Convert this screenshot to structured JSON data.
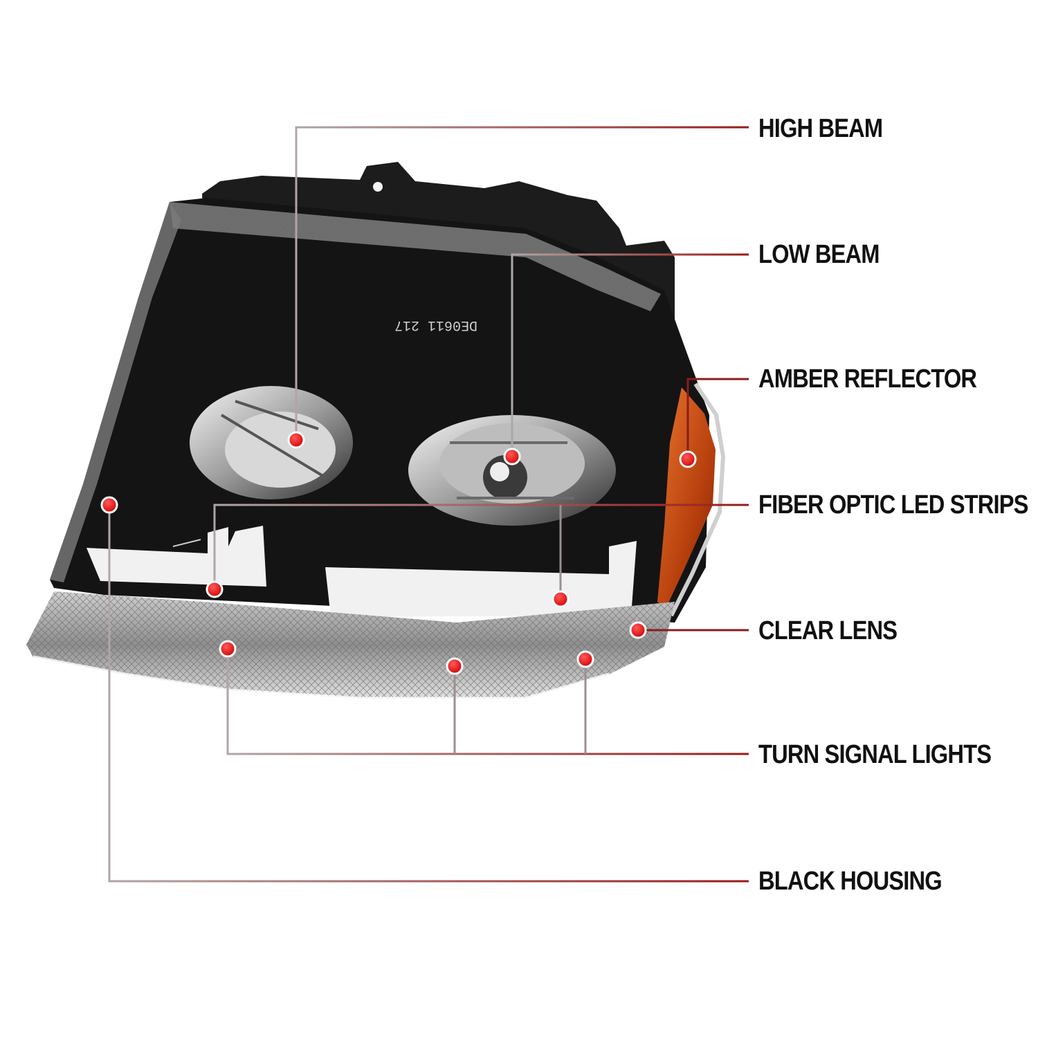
{
  "diagram": {
    "labels": {
      "high_beam": "HIGH BEAM",
      "low_beam": "LOW BEAM",
      "amber_reflector": "AMBER REFLECTOR",
      "fiber_optic": "FIBER OPTIC LED STRIPS",
      "clear_lens": "CLEAR LENS",
      "turn_signal": "TURN SIGNAL LIGHTS",
      "black_housing": "BLACK HOUSING"
    },
    "housing_stamp": "DE0611 217",
    "colors": {
      "leader_line": "#8a1c1c",
      "marker": "#e00000",
      "housing": "#141414",
      "amber": "#c2410c",
      "led_strip": "#f1f1f1"
    }
  }
}
